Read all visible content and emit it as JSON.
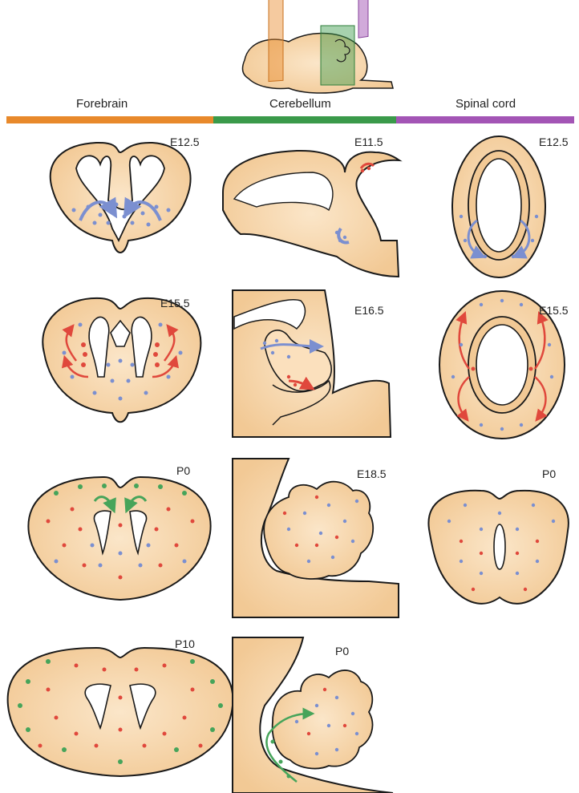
{
  "regions": {
    "forebrain": "Forebrain",
    "cerebellum": "Cerebellum",
    "spinal_cord": "Spinal cord"
  },
  "stages": {
    "fb1": "E12.5",
    "fb2": "E15.5",
    "fb3": "P0",
    "fb4": "P10",
    "cb1": "E11.5",
    "cb2": "E16.5",
    "cb3": "E18.5",
    "cb4": "P0",
    "sc1": "E12.5",
    "sc2": "E15.5",
    "sc3": "P0"
  },
  "colors": {
    "tissue": "#f7d7ad",
    "outline": "#1a1a1a",
    "forebrain_bar": "#e8892b",
    "cerebellum_bar": "#3a9a4a",
    "spinal_bar": "#a355b5",
    "blue_cells": "#7b8fd0",
    "red_cells": "#e0483c",
    "green_cells": "#46a45a"
  }
}
